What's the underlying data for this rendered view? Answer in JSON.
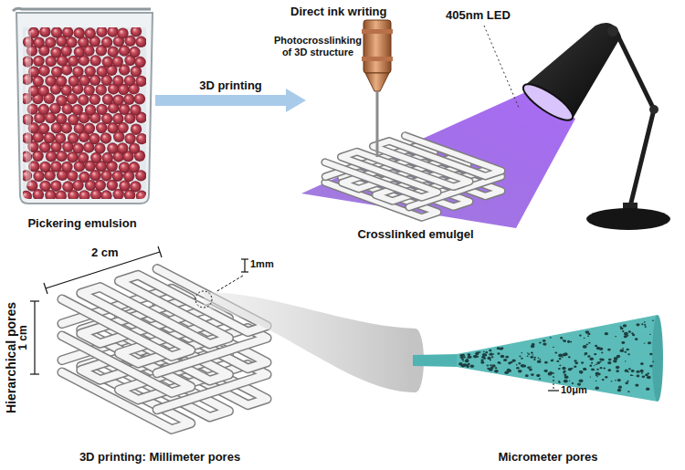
{
  "diagram": {
    "nodes": [
      {
        "text": [
          "Pickering emulsion"
        ]
      },
      {
        "text": [
          "Crosslinked emulgel"
        ]
      },
      {
        "text": [
          "3D printing: Millimeter pores"
        ]
      },
      {
        "text": [
          "Micrometer pores"
        ]
      }
    ],
    "edges": [
      {
        "from": 0,
        "to": 1,
        "arrow": "to",
        "label": "3D printing"
      }
    ],
    "labels": [
      "Direct ink writing",
      "Photocrosslinking of 3D structure",
      "405nm LED",
      "Hierarchical pores",
      "2 cm",
      "1mm",
      "1 cm",
      "10μm"
    ]
  }
}
